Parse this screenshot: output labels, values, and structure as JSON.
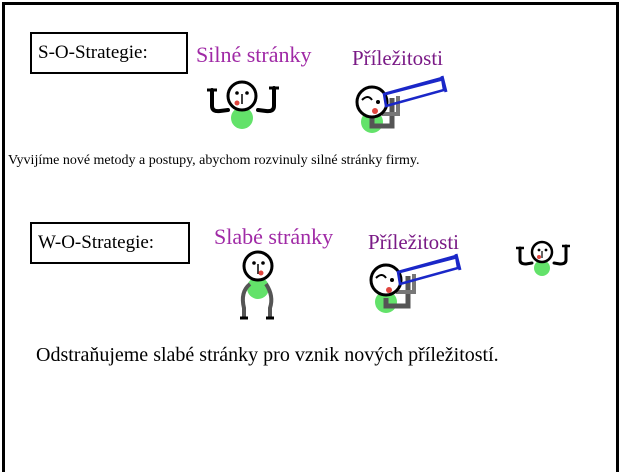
{
  "so": {
    "label": "S-O-Strategie:",
    "strengths": "Silné stránky",
    "opportunities": "Příležitosti",
    "description": "Vyvijíme nové metody a postupy, abychom rozvinuly silné stránky firmy."
  },
  "wo": {
    "label": "W-O-Strategie:",
    "weaknesses": "Slabé stránky",
    "opportunities": "Příležitosti",
    "description": "Odstraňujeme slabé stránky pro vznik nových příležitostí."
  },
  "colors": {
    "magenta": "#a02aa6",
    "purple": "#7a1a86",
    "telescope": "#1a27c8",
    "blob": "#63e26a"
  }
}
